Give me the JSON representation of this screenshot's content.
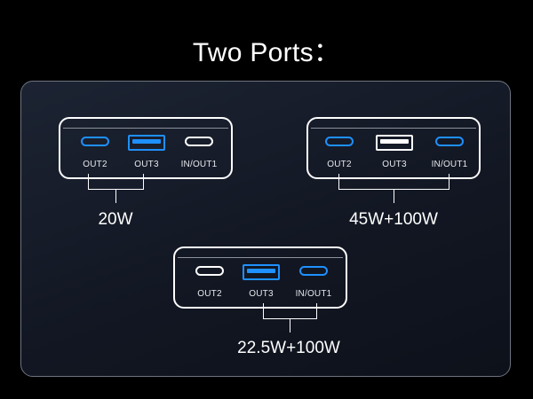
{
  "title": "Two Ports：",
  "configs": [
    {
      "ports": [
        {
          "label": "OUT2",
          "type": "usb-c",
          "active": true
        },
        {
          "label": "OUT3",
          "type": "usb-a",
          "active": true
        },
        {
          "label": "IN/OUT1",
          "type": "usb-c",
          "active": false
        }
      ],
      "output": "20W"
    },
    {
      "ports": [
        {
          "label": "OUT2",
          "type": "usb-c",
          "active": true
        },
        {
          "label": "OUT3",
          "type": "usb-a",
          "active": false
        },
        {
          "label": "IN/OUT1",
          "type": "usb-c",
          "active": true
        }
      ],
      "output": "45W+100W"
    },
    {
      "ports": [
        {
          "label": "OUT2",
          "type": "usb-c",
          "active": false
        },
        {
          "label": "OUT3",
          "type": "usb-a",
          "active": true
        },
        {
          "label": "IN/OUT1",
          "type": "usb-c",
          "active": true
        }
      ],
      "output": "22.5W+100W"
    }
  ],
  "colors": {
    "active": "#1e90ff",
    "inactive": "#ffffff",
    "background": "#000000"
  }
}
